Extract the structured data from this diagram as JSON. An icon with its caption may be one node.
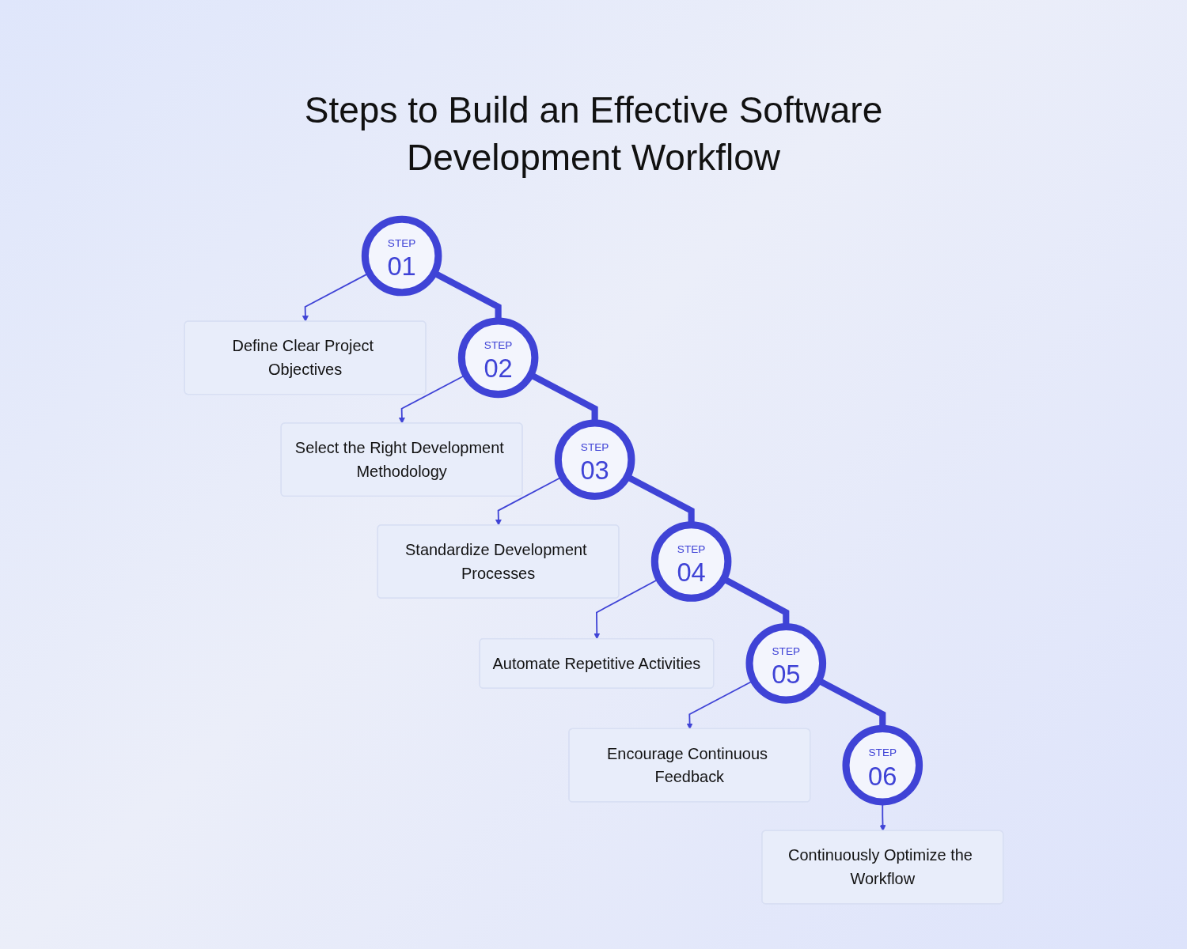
{
  "diagram": {
    "title": "Steps to Build an Effective Software Development Workflow",
    "nodes": [
      {
        "text": [
          "Define Clear Project Objectives"
        ]
      },
      {
        "text": [
          "STEP",
          "01"
        ]
      },
      {
        "text": [
          "STEP",
          "02"
        ]
      },
      {
        "text": [
          "Select the Right Development Methodology"
        ]
      },
      {
        "text": [
          "Standardize Development Processes"
        ]
      },
      {
        "text": [
          "STEP",
          "03"
        ]
      },
      {
        "text": [
          "STEP",
          "04"
        ]
      },
      {
        "text": [
          "Automate Repetitive Activities"
        ]
      },
      {
        "text": [
          "Encourage Continuous Feedback"
        ]
      },
      {
        "text": [
          "STEP",
          "05"
        ]
      },
      {
        "text": [
          "STEP",
          "06"
        ]
      },
      {
        "text": [
          "Continuously Optimize the Workflow"
        ]
      }
    ],
    "edges": [
      {
        "from": 1,
        "to": 0,
        "arrow": "to"
      },
      {
        "from": 1,
        "to": 2,
        "arrow": "none",
        "style": "thick"
      },
      {
        "from": 2,
        "to": 5,
        "arrow": "none",
        "style": "thick"
      },
      {
        "from": 2,
        "to": 3,
        "arrow": "to"
      },
      {
        "from": 5,
        "to": 4,
        "arrow": "to"
      },
      {
        "from": 5,
        "to": 6,
        "arrow": "none",
        "style": "thick"
      },
      {
        "from": 6,
        "to": 9,
        "arrow": "none",
        "style": "thick"
      },
      {
        "from": 6,
        "to": 7,
        "arrow": "to"
      },
      {
        "from": 9,
        "to": 8,
        "arrow": "to"
      },
      {
        "from": 9,
        "to": 10,
        "arrow": "none",
        "style": "thick"
      },
      {
        "from": 10,
        "to": 11,
        "arrow": "to"
      }
    ]
  }
}
